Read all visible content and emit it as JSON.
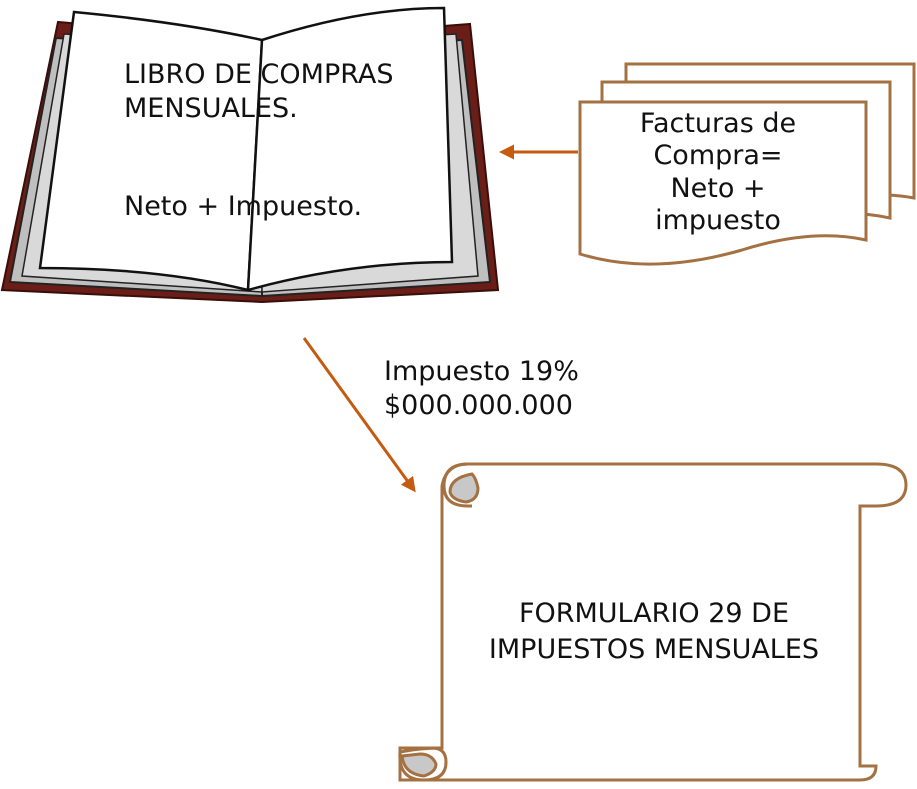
{
  "book": {
    "title_line1": "LIBRO DE COMPRAS",
    "title_line2": "MENSUALES.",
    "subtitle": "Neto + Impuesto."
  },
  "invoices": {
    "line1": "Facturas de",
    "line2": "Compra=",
    "line3": "Neto +",
    "line4": "impuesto"
  },
  "tax": {
    "line1": "Impuesto 19%",
    "line2": "$000.000.000"
  },
  "form": {
    "line1": "FORMULARIO 29 DE",
    "line2": "IMPUESTOS MENSUALES"
  },
  "colors": {
    "arrow": "#C55A11",
    "document_stroke": "#A47142",
    "scroll_curl_fill": "#C8C8C8",
    "book_cover": "#6B1E17",
    "book_pages_edge": "#BFBFBF"
  }
}
